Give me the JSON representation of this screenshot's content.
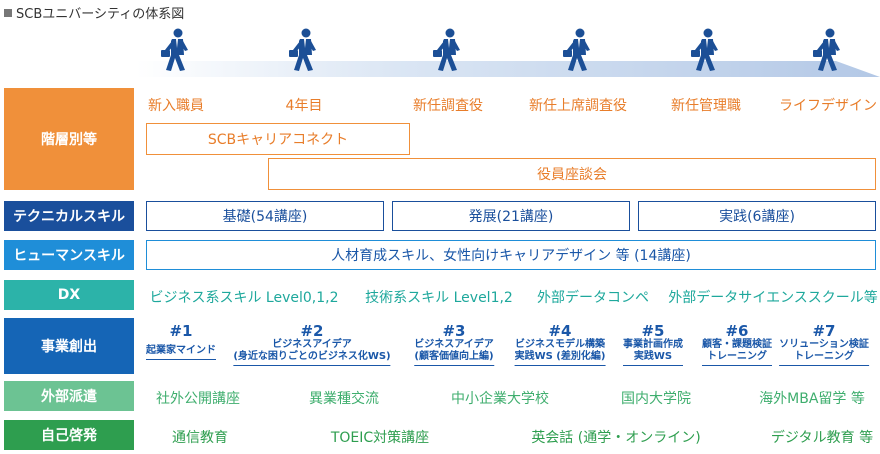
{
  "title": "SCBユニバーシティの体系図",
  "levels": [
    "新入職員",
    "4年目",
    "新任調査役",
    "新任上席調査役",
    "新任管理職",
    "ライフデザイン"
  ],
  "categories": {
    "kaiso": "階層別等",
    "technical": "テクニカルスキル",
    "human": "ヒューマンスキル",
    "dx": "DX",
    "jigyo": "事業創出",
    "haken": "外部派遣",
    "keihatsu": "自己啓発"
  },
  "kaiso_boxes": {
    "career": "SCBキャリアコネクト",
    "yakuin": "役員座談会"
  },
  "technical_boxes": [
    "基礎(54講座)",
    "発展(21講座)",
    "実践(6講座)"
  ],
  "human_box": "人材育成スキル、女性向けキャリアデザイン 等 (14講座)",
  "dx_items": [
    "ビジネス系スキル Level0,1,2",
    "技術系スキル Level1,2",
    "外部データコンペ",
    "外部データサイエンススクール等"
  ],
  "jigyo_items": [
    {
      "num": "#1",
      "line1": "起業家マインド",
      "line2": ""
    },
    {
      "num": "#2",
      "line1": "ビジネスアイデア",
      "line2": "(身近な困りごとのビジネス化WS)"
    },
    {
      "num": "#3",
      "line1": "ビジネスアイデア",
      "line2": "(顧客価値向上編)"
    },
    {
      "num": "#4",
      "line1": "ビジネスモデル構築",
      "line2": "実践WS (差別化編)"
    },
    {
      "num": "#5",
      "line1": "事業計画作成",
      "line2": "実践WS"
    },
    {
      "num": "#6",
      "line1": "顧客・課題検証",
      "line2": "トレーニング"
    },
    {
      "num": "#7",
      "line1": "ソリューション検証",
      "line2": "トレーニング"
    }
  ],
  "haken_items": [
    "社外公開講座",
    "異業種交流",
    "中小企業大学校",
    "国内大学院",
    "海外MBA留学 等"
  ],
  "keihatsu_items": [
    "通信教育",
    "TOEIC対策講座",
    "英会話 (通学・オンライン)",
    "デジタル教育 等"
  ],
  "colors": {
    "orange": "#f0903a",
    "navy": "#1a4f9c",
    "blue": "#1f8ed8",
    "teal": "#2cb3a9",
    "jigyo_blue": "#1565b6",
    "green": "#6cc393",
    "green_dark": "#2e9e4f",
    "figure": "#1c4f96"
  }
}
